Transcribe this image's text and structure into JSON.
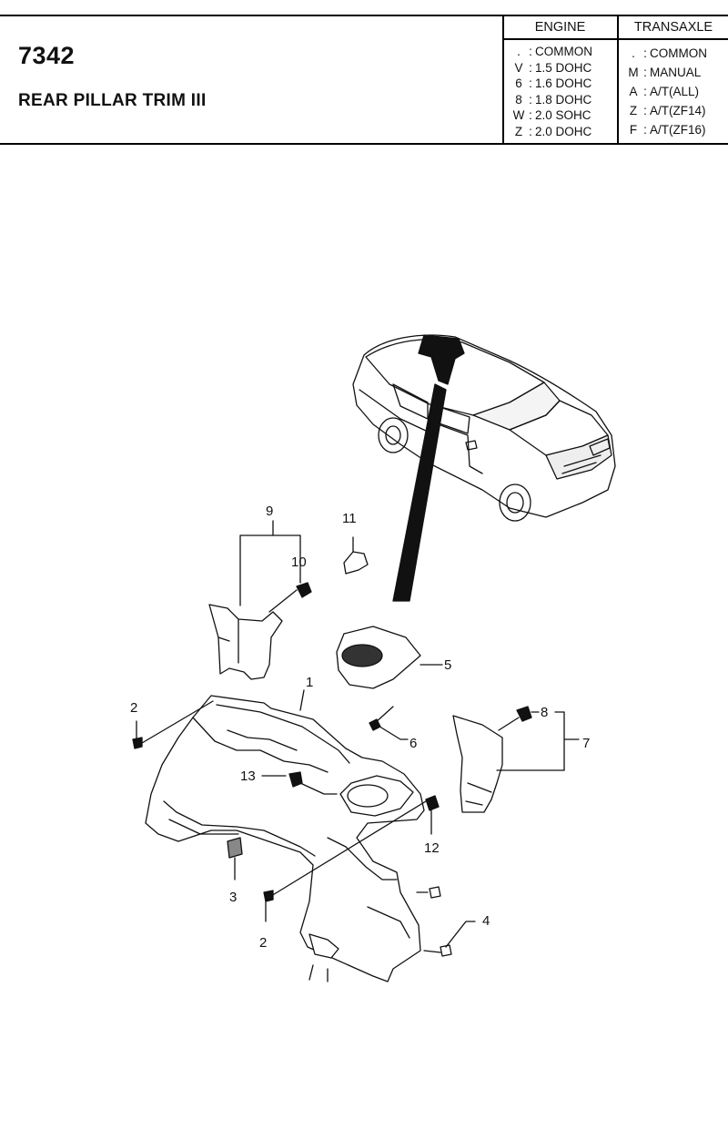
{
  "header": {
    "code": "7342",
    "title": "REAR PILLAR TRIM III"
  },
  "legend": {
    "engine": {
      "heading": "ENGINE",
      "rows": [
        {
          "code": ".",
          "desc": "COMMON"
        },
        {
          "code": "V",
          "desc": "1.5 DOHC"
        },
        {
          "code": "6",
          "desc": "1.6 DOHC"
        },
        {
          "code": "8",
          "desc": "1.8 DOHC"
        },
        {
          "code": "W",
          "desc": "2.0 SOHC"
        },
        {
          "code": "Z",
          "desc": "2.0 DOHC"
        }
      ]
    },
    "transaxle": {
      "heading": "TRANSAXLE",
      "rows": [
        {
          "code": ".",
          "desc": "COMMON"
        },
        {
          "code": "M",
          "desc": "MANUAL"
        },
        {
          "code": "A",
          "desc": "A/T(ALL)"
        },
        {
          "code": "Z",
          "desc": "A/T(ZF14)"
        },
        {
          "code": "F",
          "desc": "A/T(ZF16)"
        }
      ]
    }
  },
  "diagram": {
    "callouts": [
      "1",
      "2",
      "2",
      "3",
      "4",
      "5",
      "6",
      "7",
      "8",
      "9",
      "10",
      "11",
      "12",
      "13"
    ]
  }
}
